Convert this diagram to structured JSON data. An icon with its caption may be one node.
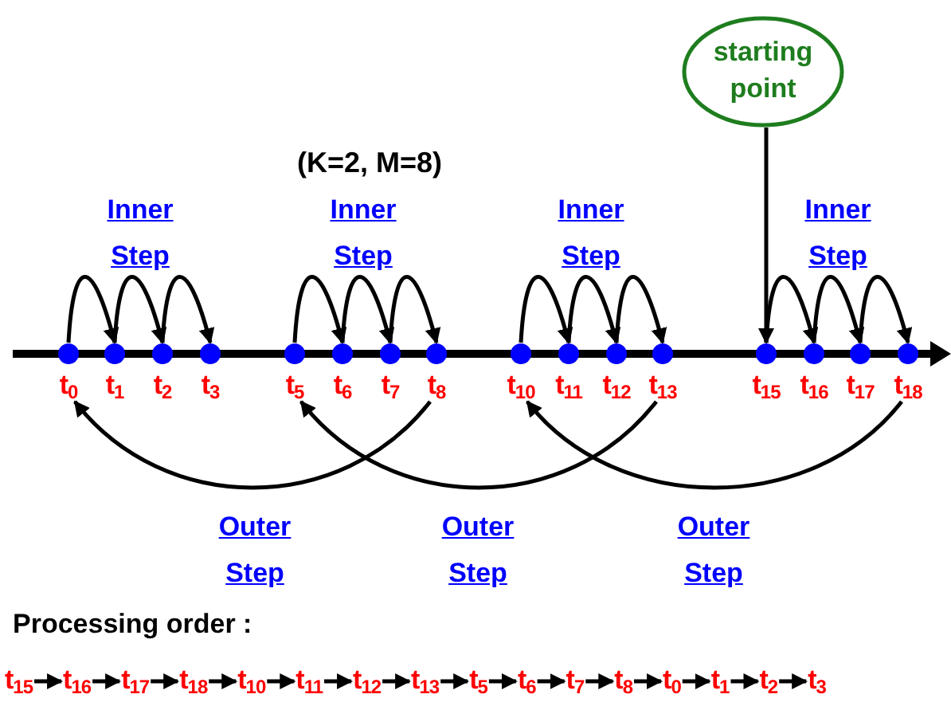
{
  "diagram": {
    "nodes": [
      {
        "text": [
          "starting point"
        ]
      },
      {
        "text": [],
        "shape": "circle",
        "beside": [
          "t$_{0}$"
        ]
      },
      {
        "text": [],
        "shape": "circle",
        "beside": [
          "t$_{1}$"
        ]
      },
      {
        "text": [],
        "shape": "circle",
        "beside": [
          "t$_{2}$"
        ]
      },
      {
        "text": [],
        "shape": "circle",
        "beside": [
          "t$_{3}$"
        ]
      },
      {
        "text": [],
        "shape": "circle",
        "beside": [
          "t$_{5}$"
        ]
      },
      {
        "text": [],
        "shape": "circle",
        "beside": [
          "t$_{6}$"
        ]
      },
      {
        "text": [],
        "shape": "circle",
        "beside": [
          "t$_{7}$"
        ]
      },
      {
        "text": [],
        "shape": "circle",
        "beside": [
          "t$_{8}$"
        ]
      },
      {
        "text": [],
        "shape": "circle",
        "beside": [
          "t$_{10}$"
        ]
      },
      {
        "text": [],
        "shape": "circle",
        "beside": [
          "t$_{11}$"
        ]
      },
      {
        "text": [],
        "shape": "circle",
        "beside": [
          "t$_{12}$"
        ]
      },
      {
        "text": [],
        "shape": "circle",
        "beside": [
          "t$_{13}$"
        ]
      },
      {
        "text": [],
        "shape": "circle",
        "beside": [
          "t$_{15}$"
        ]
      },
      {
        "text": [],
        "shape": "circle",
        "beside": [
          "t$_{16}$"
        ]
      },
      {
        "text": [],
        "shape": "circle",
        "beside": [
          "t$_{17}$"
        ]
      },
      {
        "text": [],
        "shape": "circle",
        "beside": [
          "t$_{18}$"
        ]
      },
      {
        "text": [
          "t$_{15}$"
        ]
      },
      {
        "text": [
          "t$_{16}$"
        ]
      },
      {
        "text": [
          "t$_{17}$"
        ]
      },
      {
        "text": [
          "t$_{18}$"
        ]
      },
      {
        "text": [
          "t$_{10}$"
        ]
      },
      {
        "text": [
          "t$_{11}$"
        ]
      },
      {
        "text": [
          "t$_{12}$"
        ]
      },
      {
        "text": [
          "t$_{13}$"
        ]
      },
      {
        "text": [
          "t$_{5}$"
        ]
      },
      {
        "text": [
          "t$_{6}$"
        ]
      },
      {
        "text": [
          "t$_{7}$"
        ]
      },
      {
        "text": [
          "t$_{8}$"
        ]
      },
      {
        "text": [
          "t$_{0}$"
        ]
      },
      {
        "text": [
          "t$_{1}$"
        ]
      },
      {
        "text": [
          "t$_{2}$"
        ]
      },
      {
        "text": [
          "t$_{3}$"
        ]
      }
    ],
    "edges": [
      {
        "from": 0,
        "to": 13,
        "arrow": "to"
      },
      {
        "from": 1,
        "to": 2,
        "arrow": "to"
      },
      {
        "from": 2,
        "to": 3,
        "arrow": "to"
      },
      {
        "from": 3,
        "to": 4,
        "arrow": "to"
      },
      {
        "from": 5,
        "to": 6,
        "arrow": "to"
      },
      {
        "from": 6,
        "to": 7,
        "arrow": "to"
      },
      {
        "from": 7,
        "to": 8,
        "arrow": "to"
      },
      {
        "from": 9,
        "to": 10,
        "arrow": "to"
      },
      {
        "from": 10,
        "to": 11,
        "arrow": "to"
      },
      {
        "from": 11,
        "to": 12,
        "arrow": "to"
      },
      {
        "from": 13,
        "to": 14,
        "arrow": "to"
      },
      {
        "from": 14,
        "to": 15,
        "arrow": "to"
      },
      {
        "from": 15,
        "to": 16,
        "arrow": "to"
      },
      {
        "from": 16,
        "to": 9,
        "arrow": "to"
      },
      {
        "from": 12,
        "to": 5,
        "arrow": "to"
      },
      {
        "from": 8,
        "to": 1,
        "arrow": "to"
      },
      {
        "from": 17,
        "to": 18,
        "arrow": "to"
      },
      {
        "from": 18,
        "to": 19,
        "arrow": "to"
      },
      {
        "from": 19,
        "to": 20,
        "arrow": "to"
      },
      {
        "from": 20,
        "to": 21,
        "arrow": "to"
      },
      {
        "from": 21,
        "to": 22,
        "arrow": "to"
      },
      {
        "from": 22,
        "to": 23,
        "arrow": "to"
      },
      {
        "from": 23,
        "to": 24,
        "arrow": "to"
      },
      {
        "from": 24,
        "to": 25,
        "arrow": "to"
      },
      {
        "from": 25,
        "to": 26,
        "arrow": "to"
      },
      {
        "from": 26,
        "to": 27,
        "arrow": "to"
      },
      {
        "from": 27,
        "to": 28,
        "arrow": "to"
      },
      {
        "from": 28,
        "to": 29,
        "arrow": "to"
      },
      {
        "from": 29,
        "to": 30,
        "arrow": "to"
      },
      {
        "from": 30,
        "to": 31,
        "arrow": "to"
      },
      {
        "from": 31,
        "to": 32,
        "arrow": "to"
      }
    ],
    "labels": [
      "(K=2, M=8)",
      "Inner Step",
      "Inner Step",
      "Inner Step",
      "Inner Step",
      "Outer Step",
      "Outer Step",
      "Outer Step",
      "Processing order :"
    ]
  }
}
